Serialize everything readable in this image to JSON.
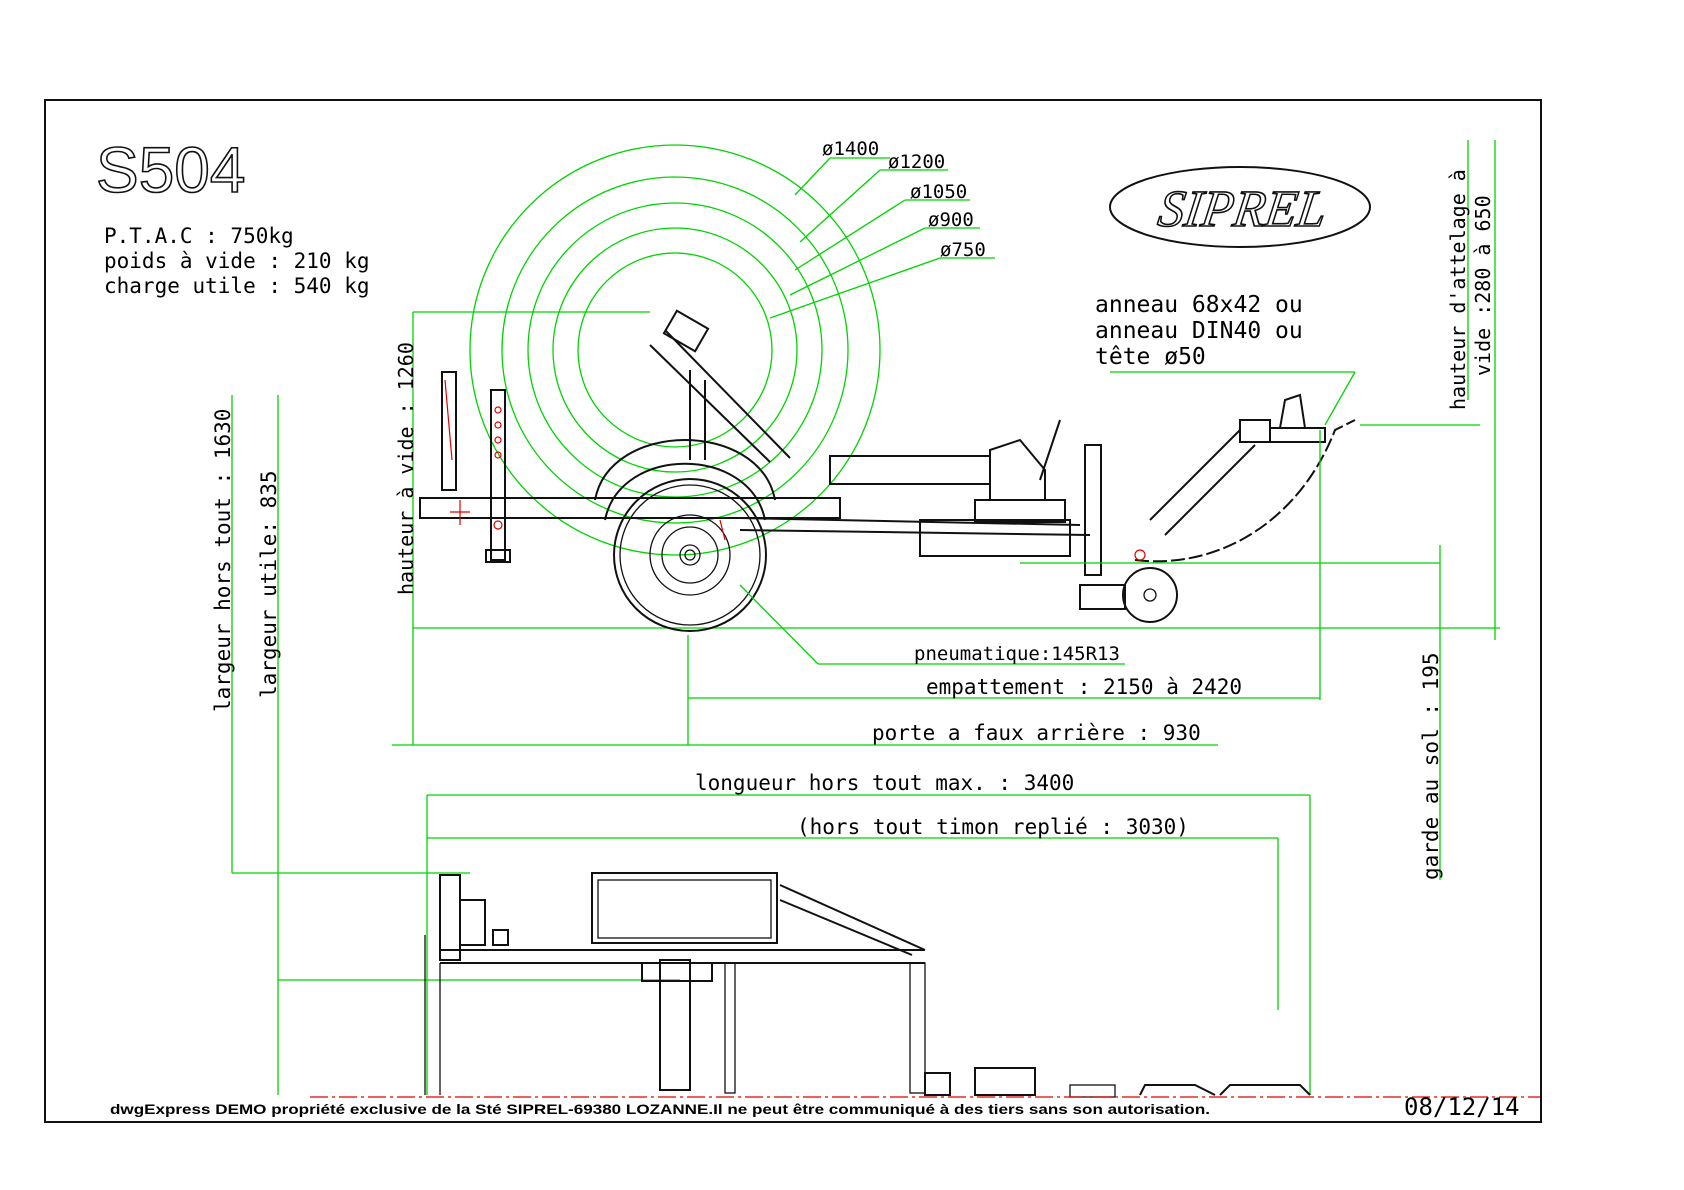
{
  "title_block": {
    "model": "S504",
    "brand": "SIPREL",
    "date": "08/12/14",
    "footer": "dwgExpress DEMO propriété exclusive de la Sté SIPREL-69380 LOZANNE.Il ne peut être communiqué à des tiers sans son autorisation."
  },
  "specs": {
    "ptac": "P.T.A.C : 750kg",
    "empty_weight": "poids à vide : 210 kg",
    "payload": "charge utile : 540 kg"
  },
  "diameters": [
    "ø1400",
    "ø1200",
    "ø1050",
    "ø900",
    "ø750"
  ],
  "hitch": {
    "line1": "anneau 68x42 ou",
    "line2": "anneau DIN40 ou",
    "line3": "tête ø50"
  },
  "dimensions": {
    "hitch_height_line1": "hauteur d'attelage à",
    "hitch_height_line2": "vide  :280 à 650",
    "empty_height": "hauteur  à vide : 1260",
    "overall_width": "largeur hors tout : 1630",
    "useful_width": "largeur utile: 835",
    "tyre": "pneumatique:145R13",
    "wheelbase": "empattement : 2150 à 2420",
    "rear_overhang": "porte a faux arrière : 930",
    "overall_length": "longueur hors tout  max. : 3400",
    "folded_length": "(hors tout timon replié : 3030)",
    "ground_clearance": "garde au sol : 195"
  },
  "colors": {
    "dimension_lines": "#00d400",
    "drawing": "#111111",
    "marks": "#e00000"
  }
}
